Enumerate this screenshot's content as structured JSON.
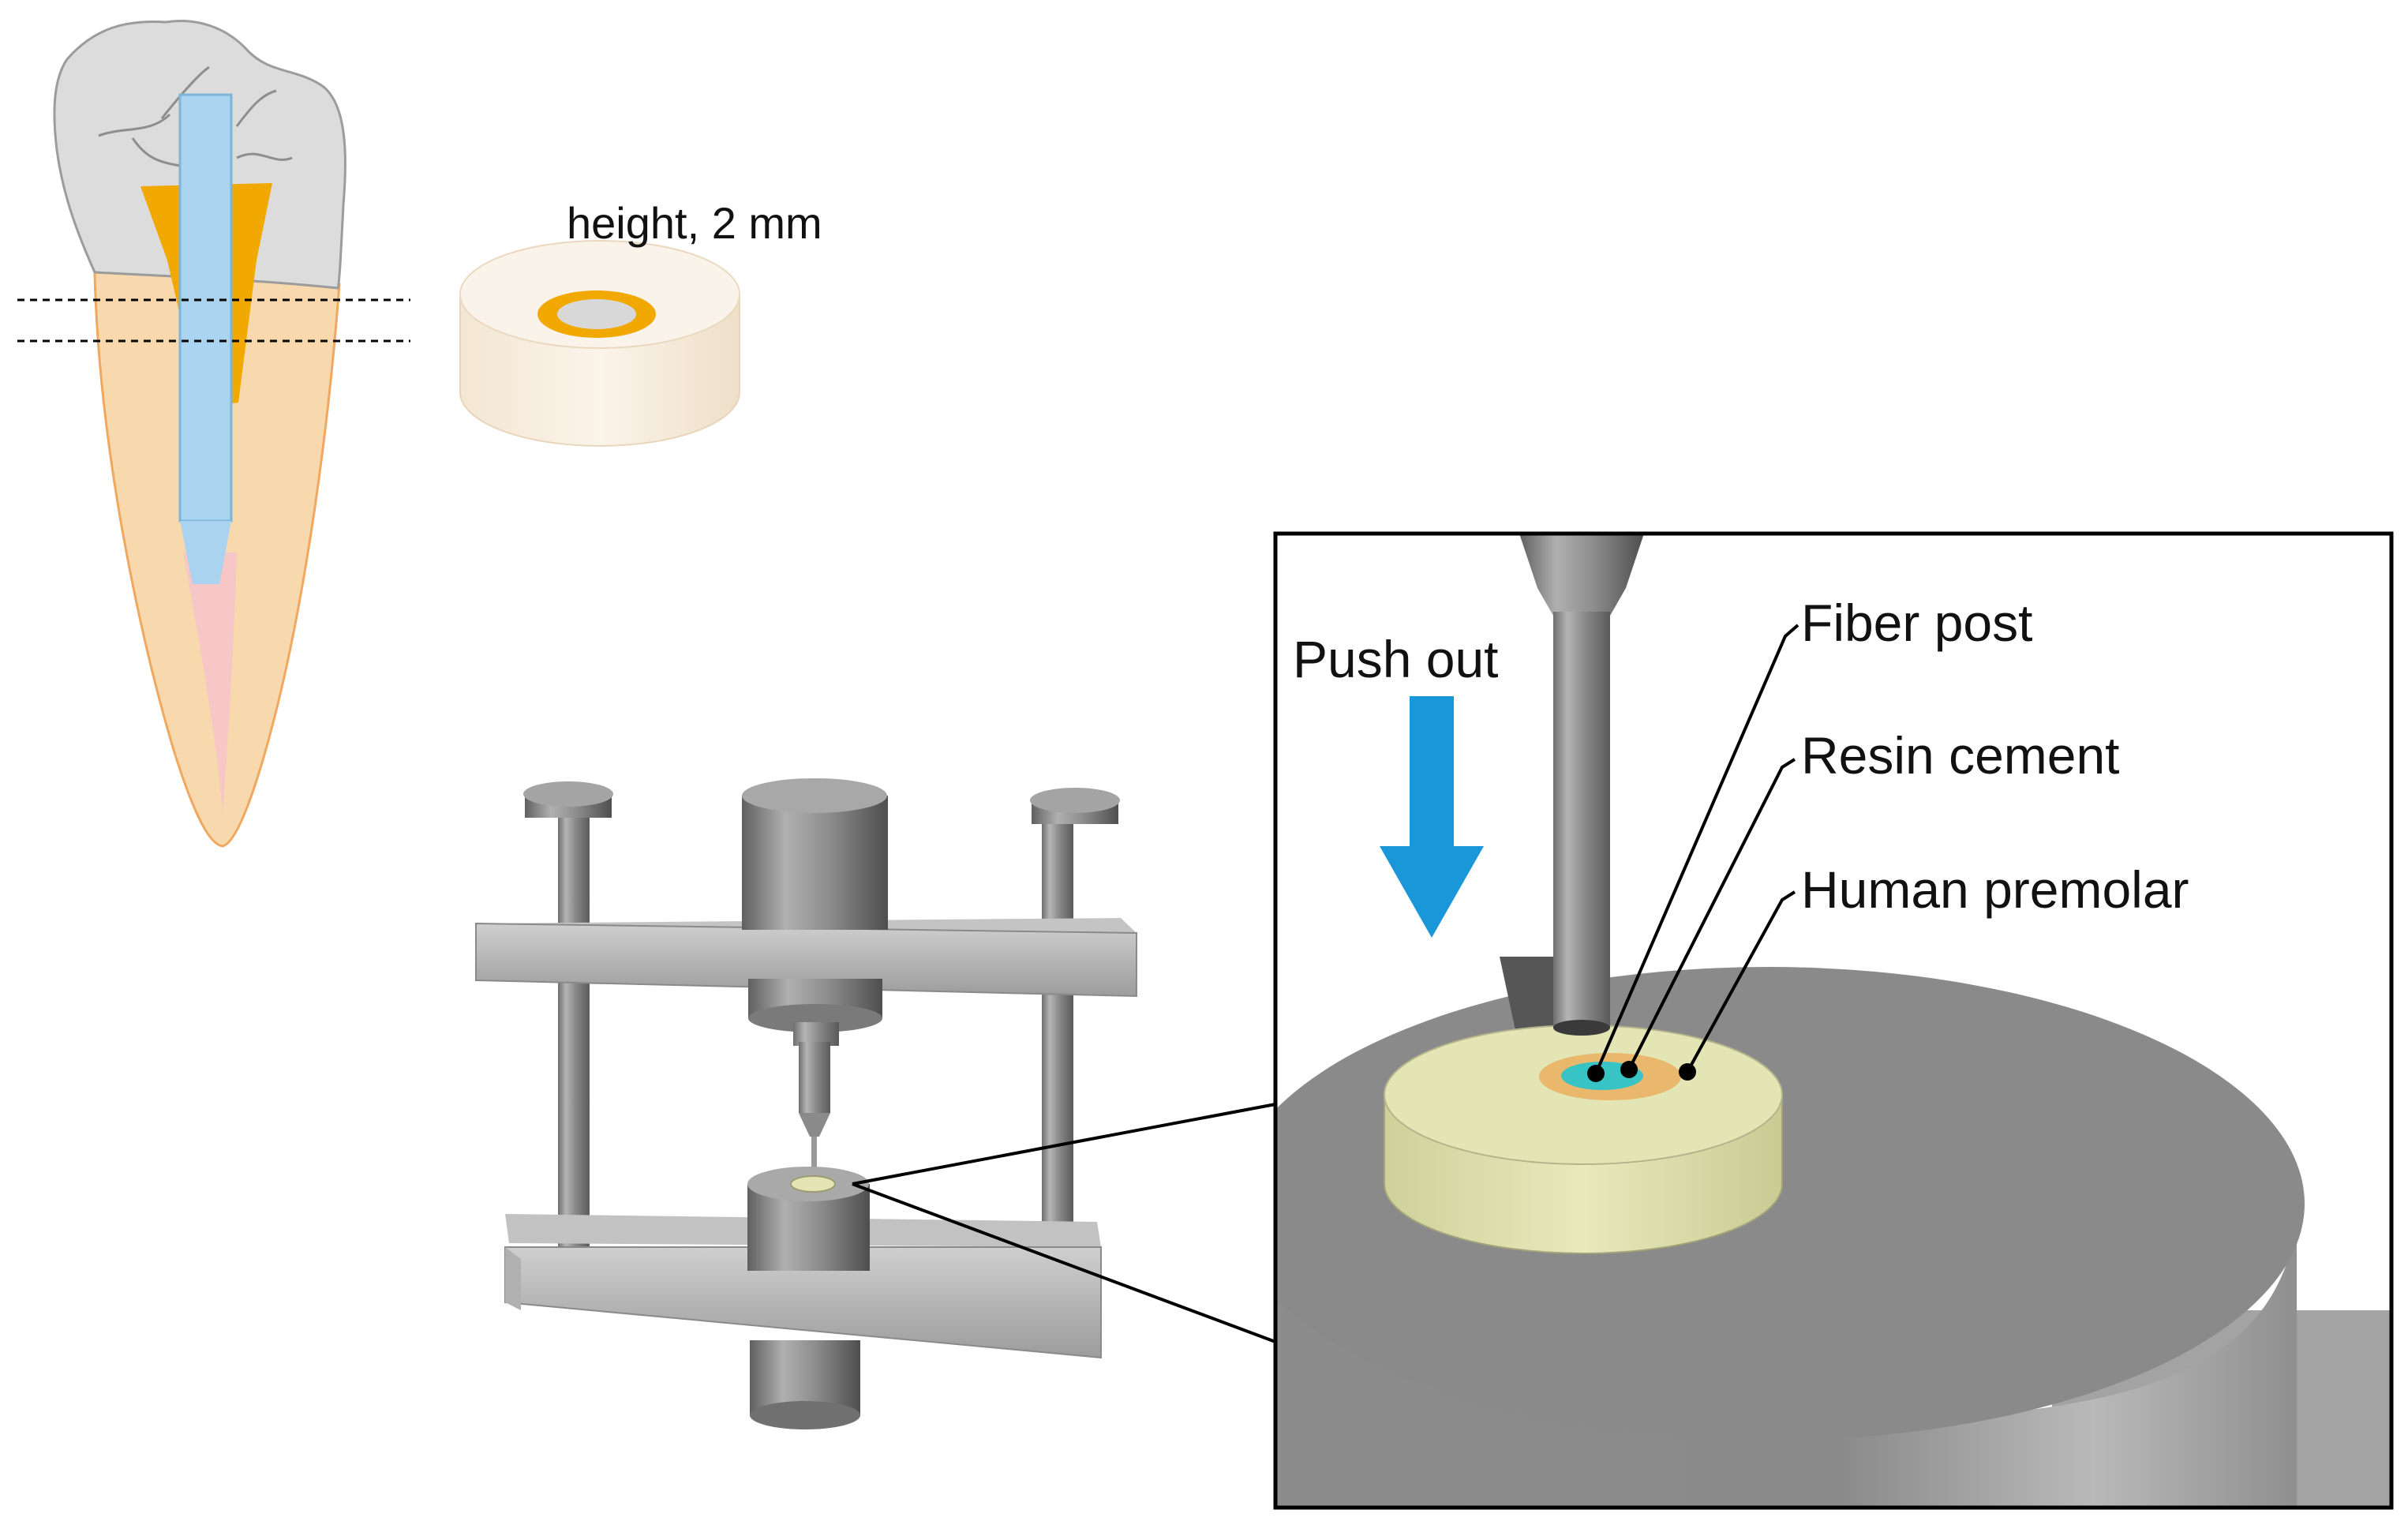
{
  "figure": {
    "section_label": "height, 2 mm",
    "push_label": "Push out",
    "callouts": [
      {
        "id": "fiber-post",
        "label": "Fiber post"
      },
      {
        "id": "resin-cement",
        "label": "Resin cement"
      },
      {
        "id": "human-premolar",
        "label": "Human premolar"
      }
    ]
  },
  "colors": {
    "fiber_post": "#a9d3ee",
    "resin_cement": "#f1a800",
    "root": "#f8d9ae",
    "root_outline": "#f0a860",
    "pulp": "#f7c6c6",
    "crown": "#dcdcdc",
    "disk_top": "#faf3ea",
    "metal": "#9a9a9a",
    "specimen": "#e4e5b4",
    "post_section": "#38c4c4",
    "arrow": "#1a97d8",
    "frame": "#000000"
  }
}
